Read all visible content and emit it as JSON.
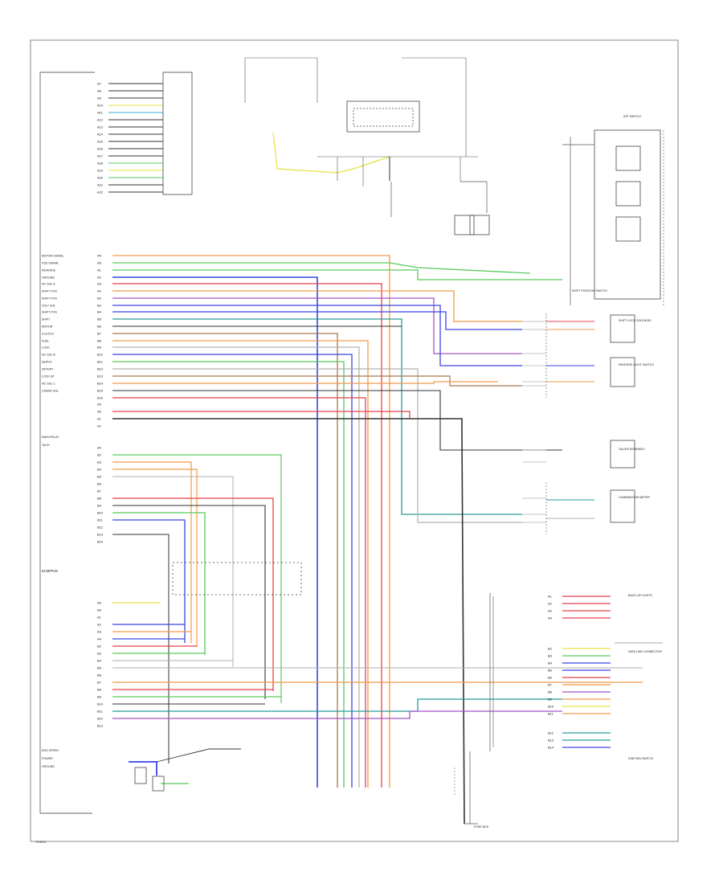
{
  "diagram": {
    "footer_code": "75 M/14",
    "left_module": {
      "label": "ECM/PCM",
      "top_connector_pins": [
        "A7",
        "A8",
        "A9",
        "A10",
        "A11",
        "A12",
        "A13",
        "A14",
        "A15",
        "A16",
        "A17",
        "A18",
        "A19",
        "A20",
        "A21",
        "A22"
      ],
      "wire_pins": [
        "A5",
        "A6",
        "A1",
        "A2",
        "A3",
        "A4",
        "B2",
        "B3",
        "B4",
        "B5",
        "B6",
        "B7",
        "B8",
        "B9",
        "B10",
        "B11",
        "B12",
        "B13",
        "B14",
        "B15",
        "B16"
      ],
      "sensor_labels": [
        "MOTOR SIGNAL",
        "VSS SIGNAL",
        "REVERSE",
        "GROUND",
        "NC SOL A",
        "SHIFT POS",
        "SHIFT POS",
        "VOLT SOL",
        "SHIFT POS",
        "SHIFT",
        "MOTOR",
        "CLUTCH",
        "FUEL",
        "LOCK",
        "NC SOL B",
        "SERVO",
        "DETENT",
        "LOCK UP",
        "NC SOL C",
        "LINEAR SOL"
      ],
      "bottom_labels": [
        "MAIN RELAY",
        "TACH",
        "ENG SPEED",
        "POWER",
        "GROUND"
      ]
    },
    "right_labels": [
      "ATF SWITCH",
      "SHIFT POSITION SWITCH",
      "SHIFT LOCK SOLENOID",
      "REVERSE LIGHT SWITCH",
      "GAUGE ASSEMBLY",
      "COMBINATION METER",
      "BACK-UP LIGHTS",
      "DATA LINK CONNECTOR",
      "IGNITION SWITCH",
      "FUSE BOX"
    ],
    "wire_colors": {
      "orange": "#f29a4a",
      "green": "#58c95a",
      "blue": "#3a45e8",
      "red": "#e8424a",
      "purple": "#a553c8",
      "yellow": "#e8e048",
      "lightblue": "#3aa9d8",
      "teal": "#2a9a9a",
      "gray": "#b0b0b0",
      "black": "#333333",
      "brown": "#a87850"
    }
  }
}
